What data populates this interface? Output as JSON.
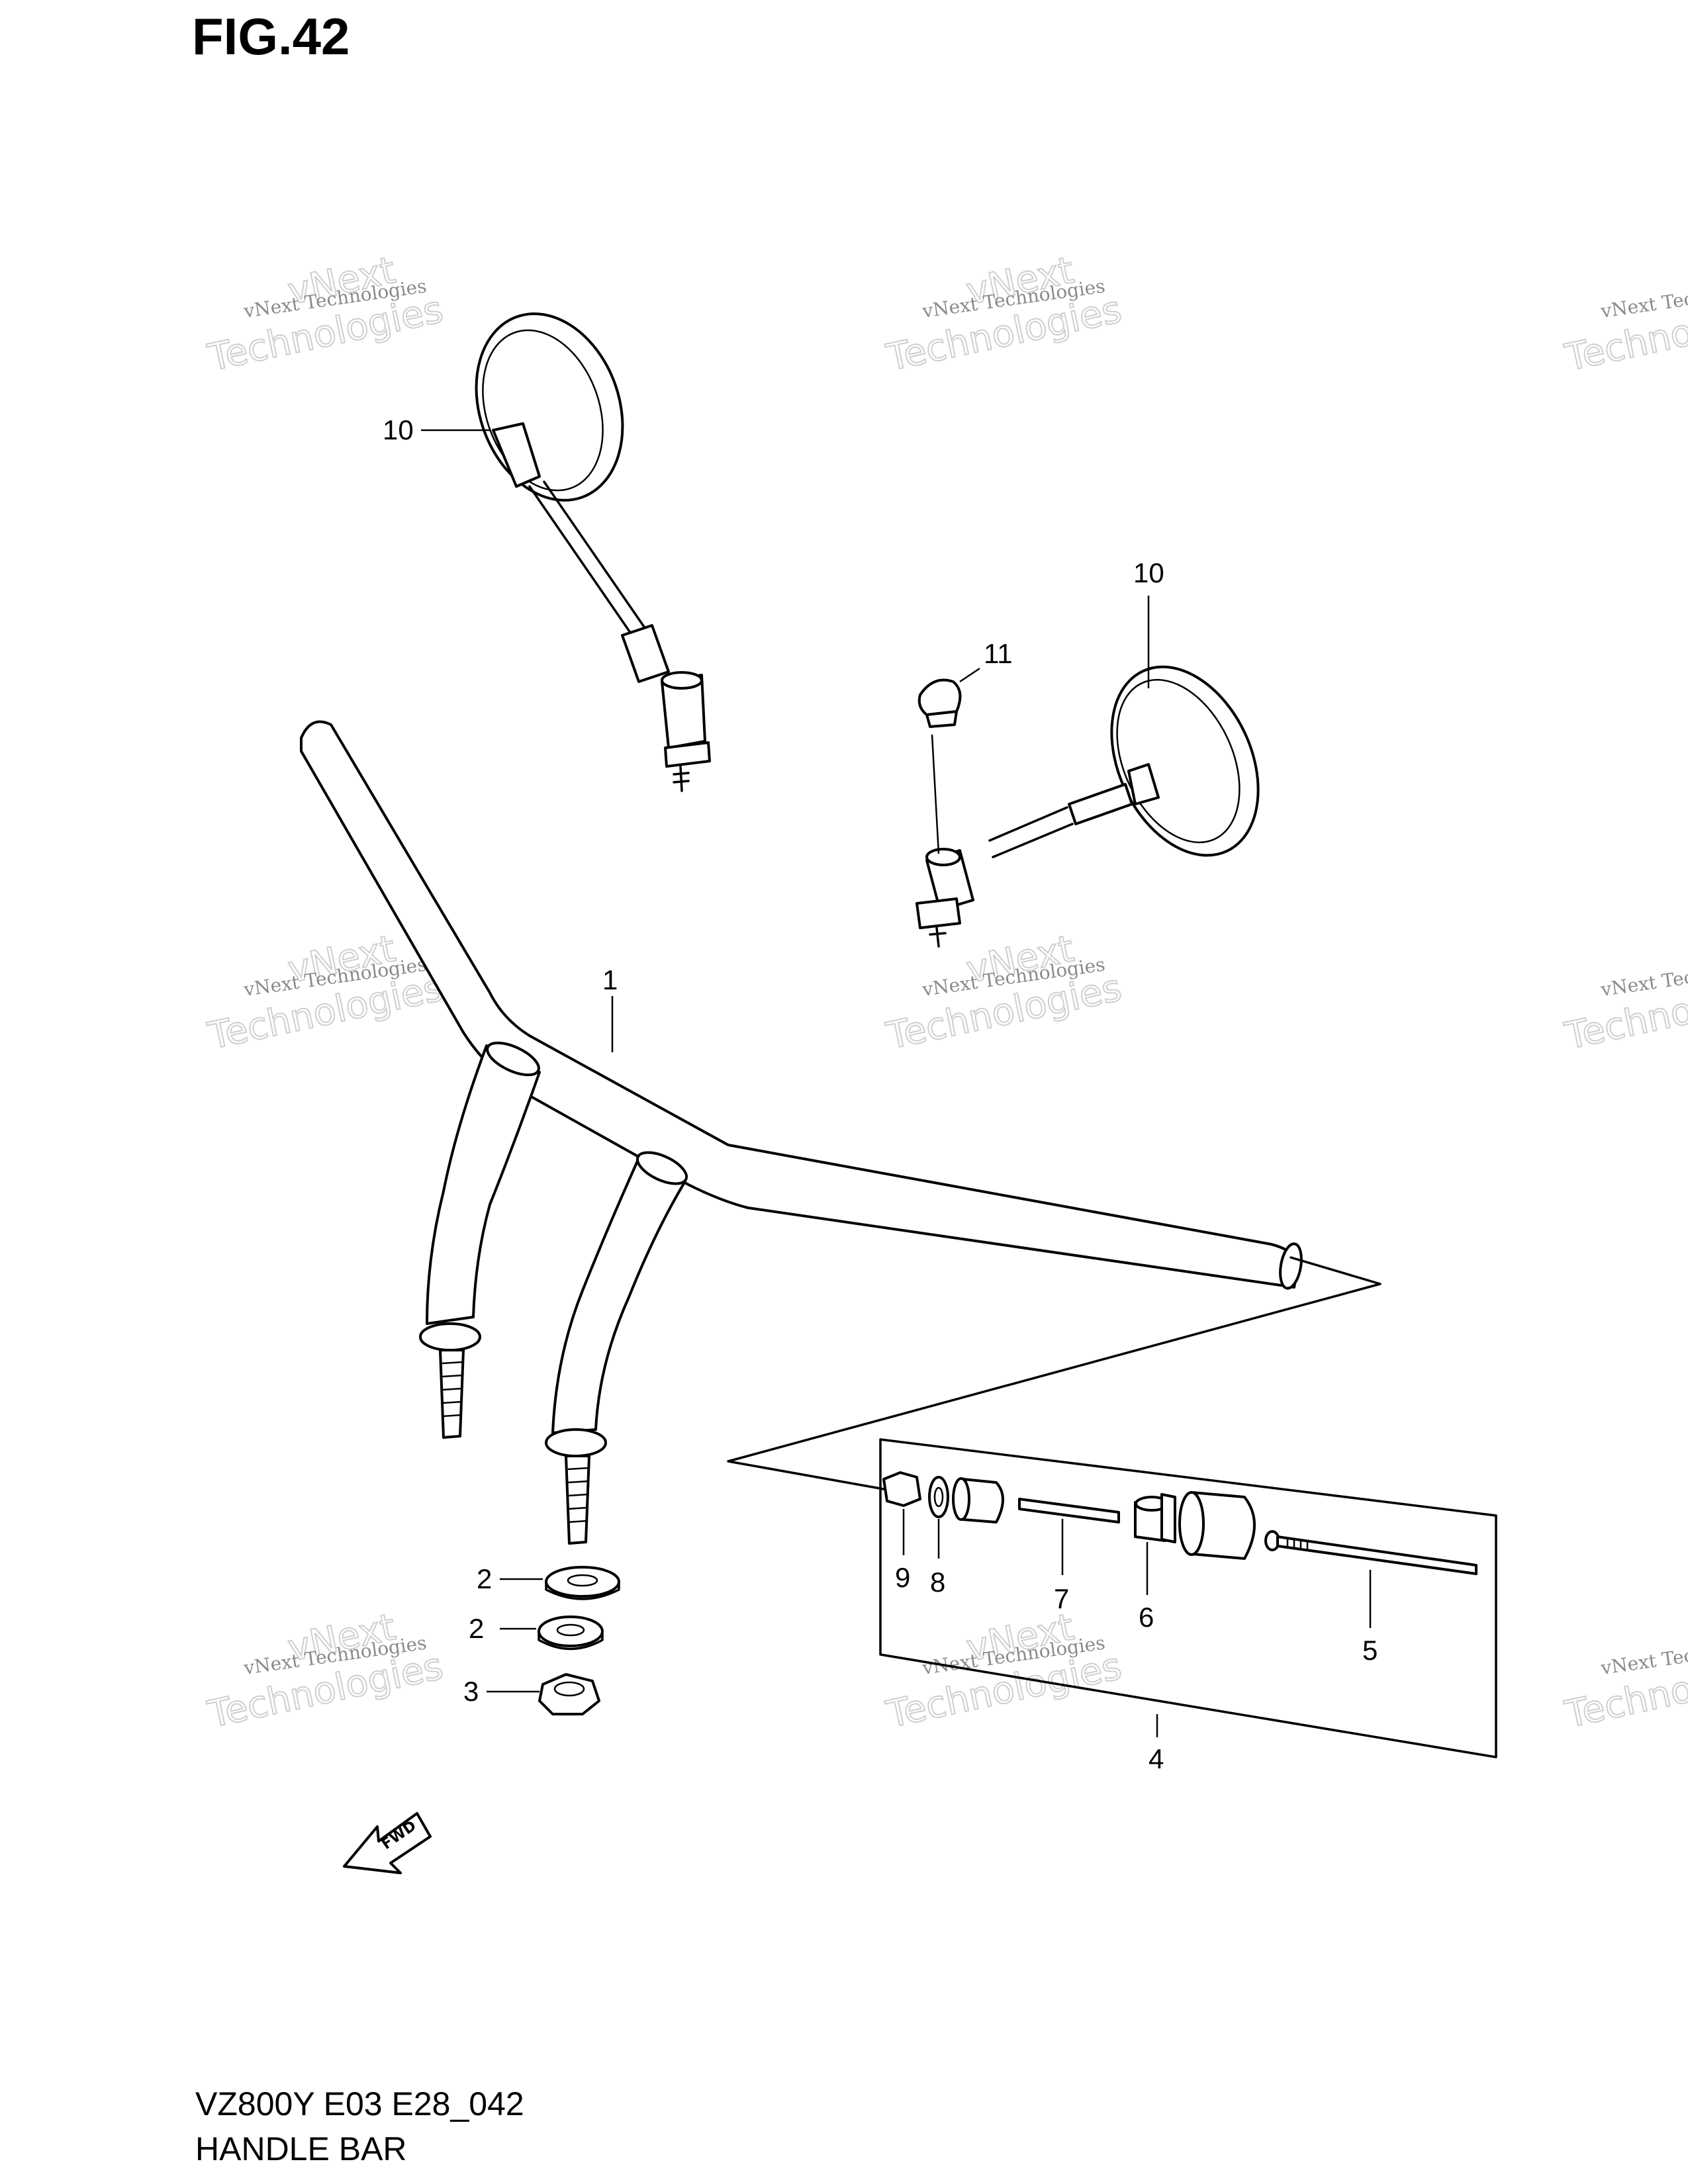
{
  "figure": {
    "title": "FIG.42"
  },
  "footer": {
    "model_code": "VZ800Y E03 E28_042",
    "section_name": "HANDLE BAR"
  },
  "watermark": {
    "line1": "vNext Technologies",
    "line2": "vNext",
    "line3": "Technologies"
  },
  "callouts": {
    "c1": "1",
    "c2a": "2",
    "c2b": "2",
    "c3": "3",
    "c4": "4",
    "c5": "5",
    "c6": "6",
    "c7": "7",
    "c8": "8",
    "c9": "9",
    "c10a": "10",
    "c10b": "10",
    "c11": "11"
  },
  "fwd_label": "FWD",
  "icons": {
    "fwd_arrow": "fwd-arrow-icon"
  }
}
